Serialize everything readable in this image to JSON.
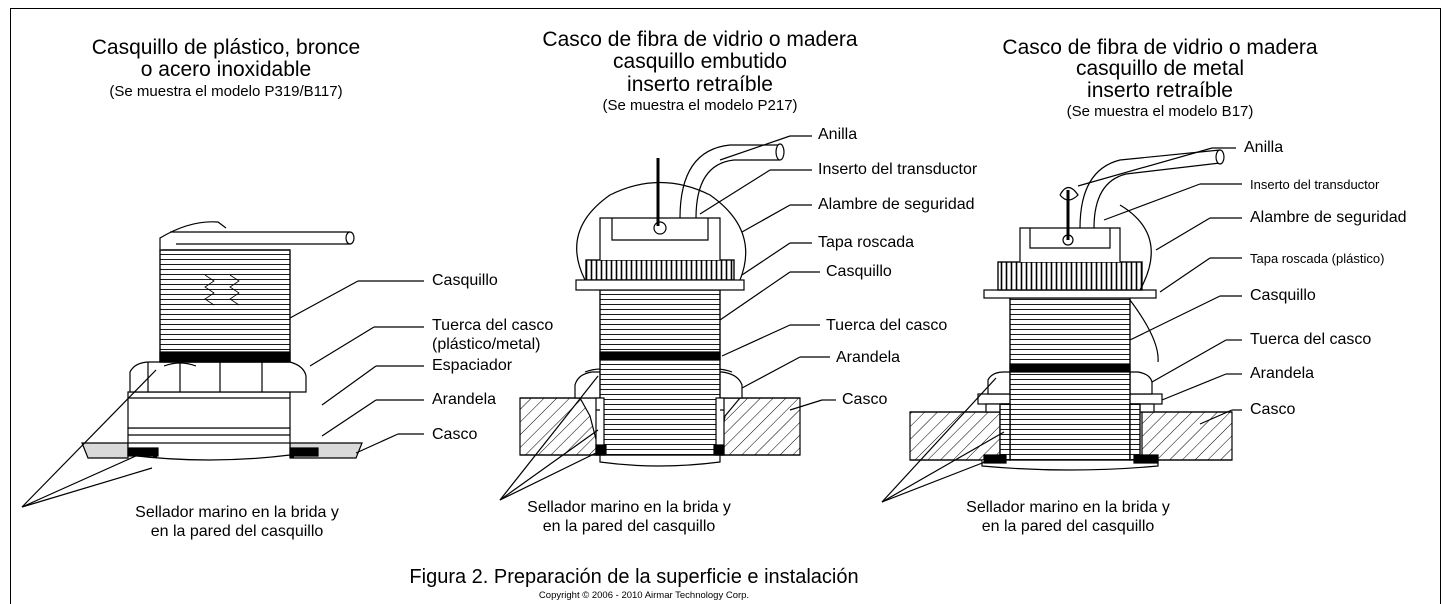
{
  "panels": [
    {
      "title_line1": "Casquillo de plástico, bronce",
      "title_line2": "o acero inoxidable",
      "subtitle": "(Se muestra el modelo P319/B117)",
      "labels": {
        "casquillo": "Casquillo",
        "tuerca_line1": "Tuerca del casco",
        "tuerca_line2": "(plástico/metal)",
        "espaciador": "Espaciador",
        "arandela": "Arandela",
        "casco": "Casco"
      },
      "sealant_line1": "Sellador marino en la brida y",
      "sealant_line2": "en la pared del casquillo"
    },
    {
      "title_line1": "Casco de fibra de vidrio o madera",
      "title_line2": "casquillo embutido",
      "title_line3": "inserto retraíble",
      "subtitle": "(Se muestra el modelo P217)",
      "labels": {
        "anilla": "Anilla",
        "inserto": "Inserto del transductor",
        "alambre": "Alambre de seguridad",
        "tapa": "Tapa roscada",
        "casquillo": "Casquillo",
        "tuerca": "Tuerca del casco",
        "arandela": "Arandela",
        "casco": "Casco"
      },
      "sealant_line1": "Sellador marino en la brida y",
      "sealant_line2": "en la pared del casquillo"
    },
    {
      "title_line1": "Casco de fibra de vidrio o madera",
      "title_line2": "casquillo de metal",
      "title_line3": "inserto retraíble",
      "subtitle": "(Se muestra el modelo B17)",
      "labels": {
        "anilla": "Anilla",
        "inserto": "Inserto del transductor",
        "alambre": "Alambre de seguridad",
        "tapa": "Tapa roscada (plástico)",
        "casquillo": "Casquillo",
        "tuerca": "Tuerca del casco",
        "arandela": "Arandela",
        "casco": "Casco"
      },
      "sealant_line1": "Sellador marino en la brida y",
      "sealant_line2": "en la pared del casquillo"
    }
  ],
  "caption": "Figura 2. Preparación de la superficie e instalación",
  "copyright": "Copyright © 2006 - 2010 Airmar Technology Corp."
}
